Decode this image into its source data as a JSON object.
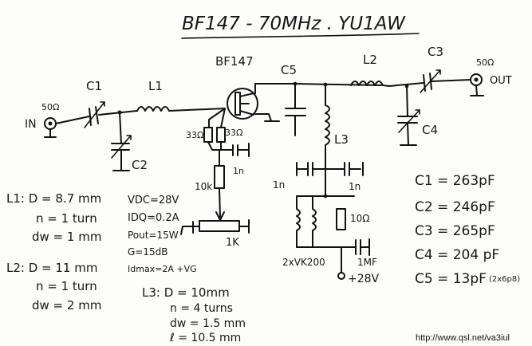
{
  "title": "BF147 - 70MHz . YU1AW",
  "components": {
    "input_port": {
      "impedance": "50Ω",
      "label": "IN"
    },
    "output_port": {
      "impedance": "50Ω",
      "label": "OUT"
    },
    "c1": "C1",
    "c2": "C2",
    "c3": "C3",
    "c4": "C4",
    "c5": "C5",
    "l1": "L1",
    "l2": "L2",
    "l3": "L3",
    "transistor": "BF147",
    "r_emitter_left": "33Ω",
    "r_emitter_right": "33Ω",
    "c_bypass_emitter": "1n",
    "r_10k": "10k",
    "pot_1k": "1K",
    "c_1n_left": "1n",
    "c_1n_right": "1n",
    "chokes": "2xVK200",
    "r_10": "10Ω",
    "c_1mf": "1MF",
    "supply": "+28V"
  },
  "specs": [
    "VDC=28V",
    "IDQ=0.2A",
    "Pout=15W",
    "G=15dB",
    "Idmax=2A +VG"
  ],
  "coils": {
    "l1": [
      "L1: D = 8.7 mm",
      "n = 1 turn",
      "dw = 1 mm"
    ],
    "l2": [
      "L2: D = 11 mm",
      "n = 1 turn",
      "dw = 2 mm"
    ],
    "l3": [
      "L3: D = 10mm",
      "n = 4 turns",
      "dw = 1.5 mm",
      "ℓ = 10.5 mm"
    ]
  },
  "capacitor_values": [
    "C1 = 263pF",
    "C2 = 246pF",
    "C3 = 265pF",
    "C4 = 204 pF",
    "C5 = 13pF"
  ],
  "c5_note": "(2x6p8)",
  "footer_url": "http://www.qsl.net/va3iul",
  "colors": {
    "ink": "#111111",
    "paper": "#fdfdfc"
  }
}
